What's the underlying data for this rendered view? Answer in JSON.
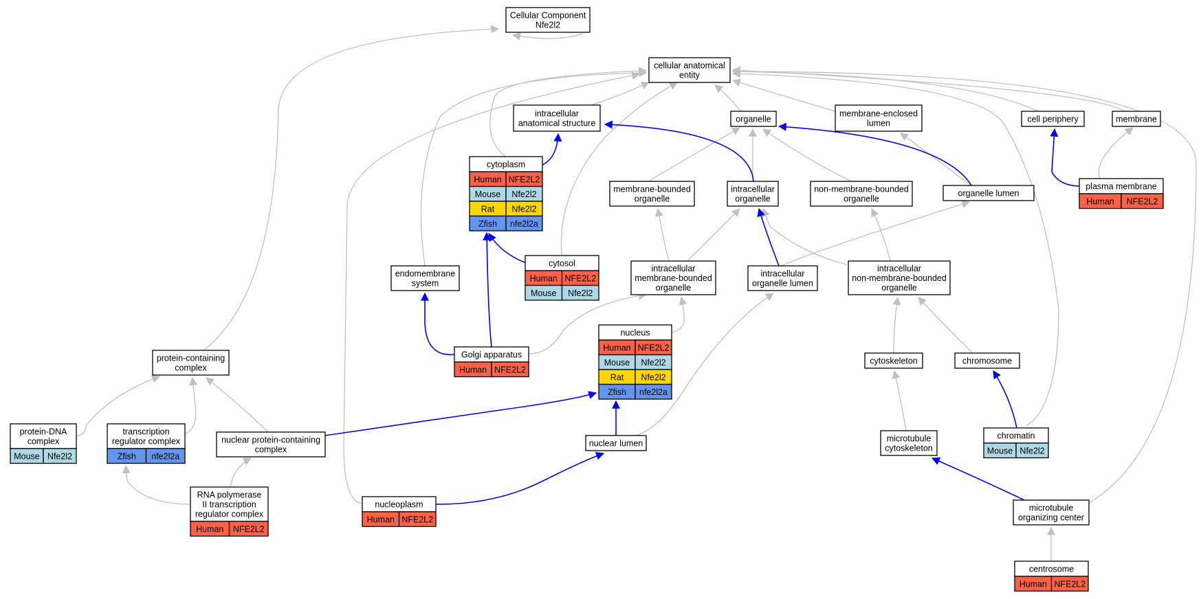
{
  "colors": {
    "edge_is_a": "#c0c0c0",
    "edge_part_of": "#0000ff",
    "Human": "#f96247",
    "Mouse": "#add8e6",
    "Rat": "#ffd700",
    "Zfish": "#6495ed"
  },
  "nodes": [
    {
      "id": "root",
      "lines": [
        "Cellular Component",
        "Nfe2l2"
      ],
      "rows": []
    },
    {
      "id": "cae",
      "lines": [
        "cellular anatomical",
        "entity"
      ],
      "rows": []
    },
    {
      "id": "ias",
      "lines": [
        "intracellular",
        "anatomical structure"
      ],
      "rows": []
    },
    {
      "id": "organelle",
      "lines": [
        "organelle"
      ],
      "rows": []
    },
    {
      "id": "mel",
      "lines": [
        "membrane-enclosed",
        "lumen"
      ],
      "rows": []
    },
    {
      "id": "cellper",
      "lines": [
        "cell periphery"
      ],
      "rows": []
    },
    {
      "id": "membrane",
      "lines": [
        "membrane"
      ],
      "rows": []
    },
    {
      "id": "cytoplasm",
      "lines": [
        "cytoplasm"
      ],
      "rows": [
        [
          "Human",
          "NFE2L2"
        ],
        [
          "Mouse",
          "Nfe2l2"
        ],
        [
          "Rat",
          "Nfe2l2"
        ],
        [
          "Zfish",
          "nfe2l2a"
        ]
      ]
    },
    {
      "id": "mbo",
      "lines": [
        "membrane-bounded",
        "organelle"
      ],
      "rows": []
    },
    {
      "id": "io",
      "lines": [
        "intracellular",
        "organelle"
      ],
      "rows": []
    },
    {
      "id": "nmbo",
      "lines": [
        "non-membrane-bounded",
        "organelle"
      ],
      "rows": []
    },
    {
      "id": "olumen",
      "lines": [
        "organelle lumen"
      ],
      "rows": []
    },
    {
      "id": "pm",
      "lines": [
        "plasma membrane"
      ],
      "rows": [
        [
          "Human",
          "NFE2L2"
        ]
      ]
    },
    {
      "id": "cytosol",
      "lines": [
        "cytosol"
      ],
      "rows": [
        [
          "Human",
          "NFE2L2"
        ],
        [
          "Mouse",
          "Nfe2l2"
        ]
      ]
    },
    {
      "id": "endo",
      "lines": [
        "endomembrane",
        "system"
      ],
      "rows": []
    },
    {
      "id": "imbo",
      "lines": [
        "intracellular",
        "membrane-bounded",
        "organelle"
      ],
      "rows": []
    },
    {
      "id": "iol",
      "lines": [
        "intracellular",
        "organelle lumen"
      ],
      "rows": []
    },
    {
      "id": "inmbo",
      "lines": [
        "intracellular",
        "non-membrane-bounded",
        "organelle"
      ],
      "rows": []
    },
    {
      "id": "pcc",
      "lines": [
        "protein-containing",
        "complex"
      ],
      "rows": []
    },
    {
      "id": "golgi",
      "lines": [
        "Golgi apparatus"
      ],
      "rows": [
        [
          "Human",
          "NFE2L2"
        ]
      ]
    },
    {
      "id": "nucleus",
      "lines": [
        "nucleus"
      ],
      "rows": [
        [
          "Human",
          "NFE2L2"
        ],
        [
          "Mouse",
          "Nfe2l2"
        ],
        [
          "Rat",
          "Nfe2l2"
        ],
        [
          "Zfish",
          "nfe2l2a"
        ]
      ]
    },
    {
      "id": "cytoskel",
      "lines": [
        "cytoskeleton"
      ],
      "rows": []
    },
    {
      "id": "chromosome",
      "lines": [
        "chromosome"
      ],
      "rows": []
    },
    {
      "id": "pdna",
      "lines": [
        "protein-DNA",
        "complex"
      ],
      "rows": [
        [
          "Mouse",
          "Nfe2l2"
        ]
      ]
    },
    {
      "id": "trc",
      "lines": [
        "transcription",
        "regulator complex"
      ],
      "rows": [
        [
          "Zfish",
          "nfe2l2a"
        ]
      ]
    },
    {
      "id": "npcc",
      "lines": [
        "nuclear protein-containing",
        "complex"
      ],
      "rows": []
    },
    {
      "id": "nlumen",
      "lines": [
        "nuclear lumen"
      ],
      "rows": []
    },
    {
      "id": "mtcyto",
      "lines": [
        "microtubule",
        "cytoskeleton"
      ],
      "rows": []
    },
    {
      "id": "chromatin",
      "lines": [
        "chromatin"
      ],
      "rows": [
        [
          "Mouse",
          "Nfe2l2"
        ]
      ]
    },
    {
      "id": "rnapol",
      "lines": [
        "RNA polymerase",
        "II transcription",
        "regulator complex"
      ],
      "rows": [
        [
          "Human",
          "NFE2L2"
        ]
      ]
    },
    {
      "id": "nucleoplasm",
      "lines": [
        "nucleoplasm"
      ],
      "rows": [
        [
          "Human",
          "NFE2L2"
        ]
      ]
    },
    {
      "id": "mtoc",
      "lines": [
        "microtubule",
        "organizing center"
      ],
      "rows": []
    },
    {
      "id": "centrosome",
      "lines": [
        "centrosome"
      ],
      "rows": [
        [
          "Human",
          "NFE2L2"
        ]
      ]
    }
  ]
}
